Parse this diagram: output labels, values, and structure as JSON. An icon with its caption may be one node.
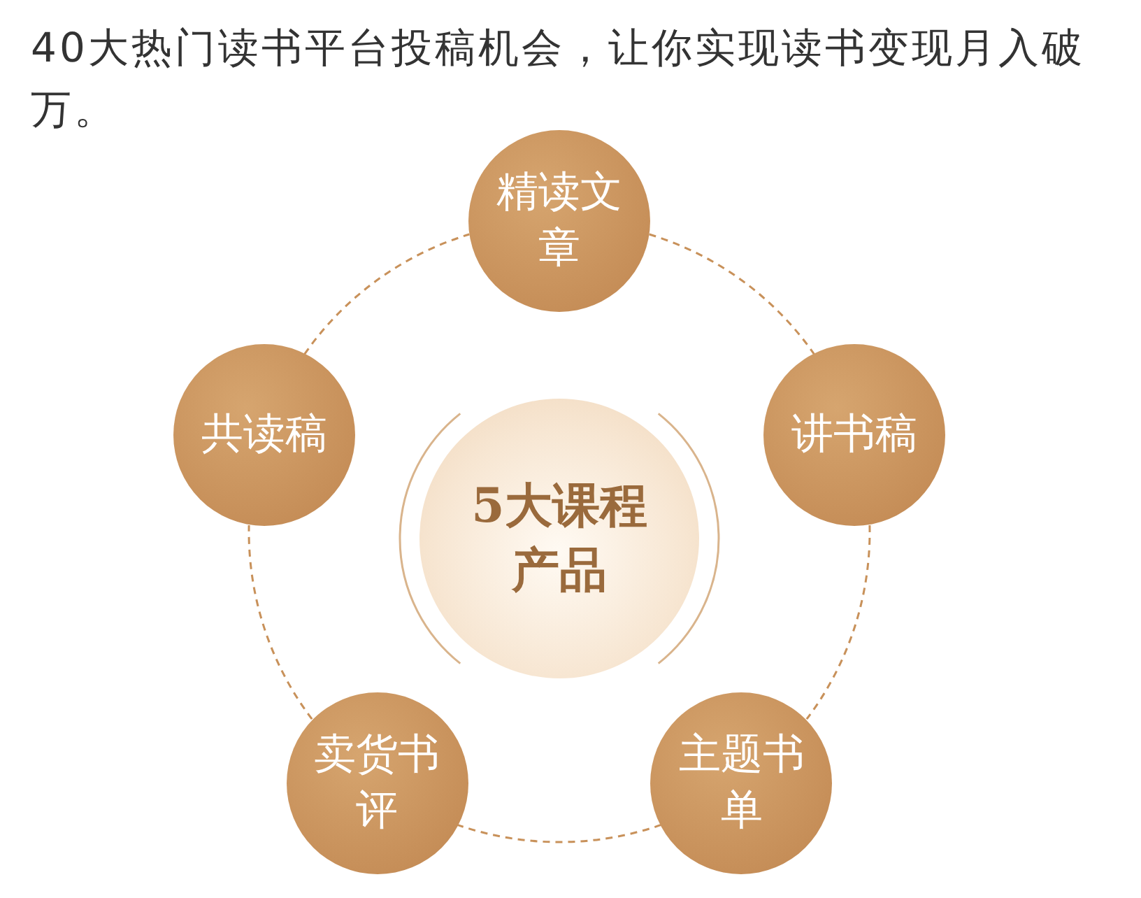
{
  "diagram": {
    "title": "40大热门读书平台投稿机会，让你实现读书变现月入破万。",
    "nodes": [
      {
        "text": [
          "精读文章"
        ]
      },
      {
        "text": [
          "共读稿"
        ]
      },
      {
        "text": [
          "5大课程产品"
        ]
      },
      {
        "text": [
          "讲书稿"
        ]
      },
      {
        "text": [
          "卖货书评"
        ]
      },
      {
        "text": [
          "主题书单"
        ]
      }
    ],
    "edges": [
      {
        "from": 0,
        "to": 3,
        "arrow": "none",
        "style": "dashed"
      },
      {
        "from": 3,
        "to": 5,
        "arrow": "none",
        "style": "dashed"
      },
      {
        "from": 5,
        "to": 4,
        "arrow": "none",
        "style": "dashed"
      },
      {
        "from": 4,
        "to": 1,
        "arrow": "none",
        "style": "dashed"
      },
      {
        "from": 1,
        "to": 0,
        "arrow": "none",
        "style": "dashed"
      }
    ]
  }
}
